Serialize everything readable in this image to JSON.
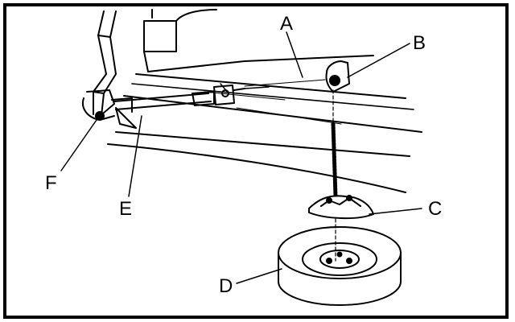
{
  "callouts": [
    {
      "id": "A",
      "label": "A"
    },
    {
      "id": "B",
      "label": "B"
    },
    {
      "id": "C",
      "label": "C"
    },
    {
      "id": "D",
      "label": "D"
    },
    {
      "id": "E",
      "label": "E"
    },
    {
      "id": "F",
      "label": "F"
    }
  ],
  "colors": {
    "line": "#000000",
    "background": "#ffffff"
  }
}
